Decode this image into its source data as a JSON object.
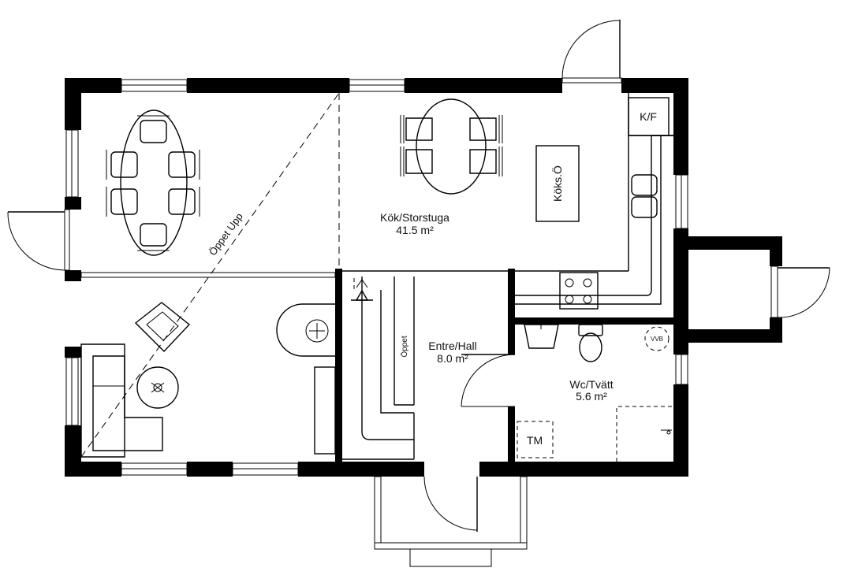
{
  "rooms": {
    "kitchen_living": {
      "name": "Kök/Storstuga",
      "area": "41.5 m²"
    },
    "entrance_hall": {
      "name": "Entre/Hall",
      "area": "8.0 m²"
    },
    "wc_laundry": {
      "name": "Wc/Tvätt",
      "area": "5.6 m²"
    }
  },
  "labels": {
    "open_up": "Öppet Upp",
    "kitchen_island": "Köks.Ö",
    "fridge_freezer": "K/F",
    "open_stair": "Öppet",
    "dryer": "TM",
    "water_heater": "VVB"
  }
}
